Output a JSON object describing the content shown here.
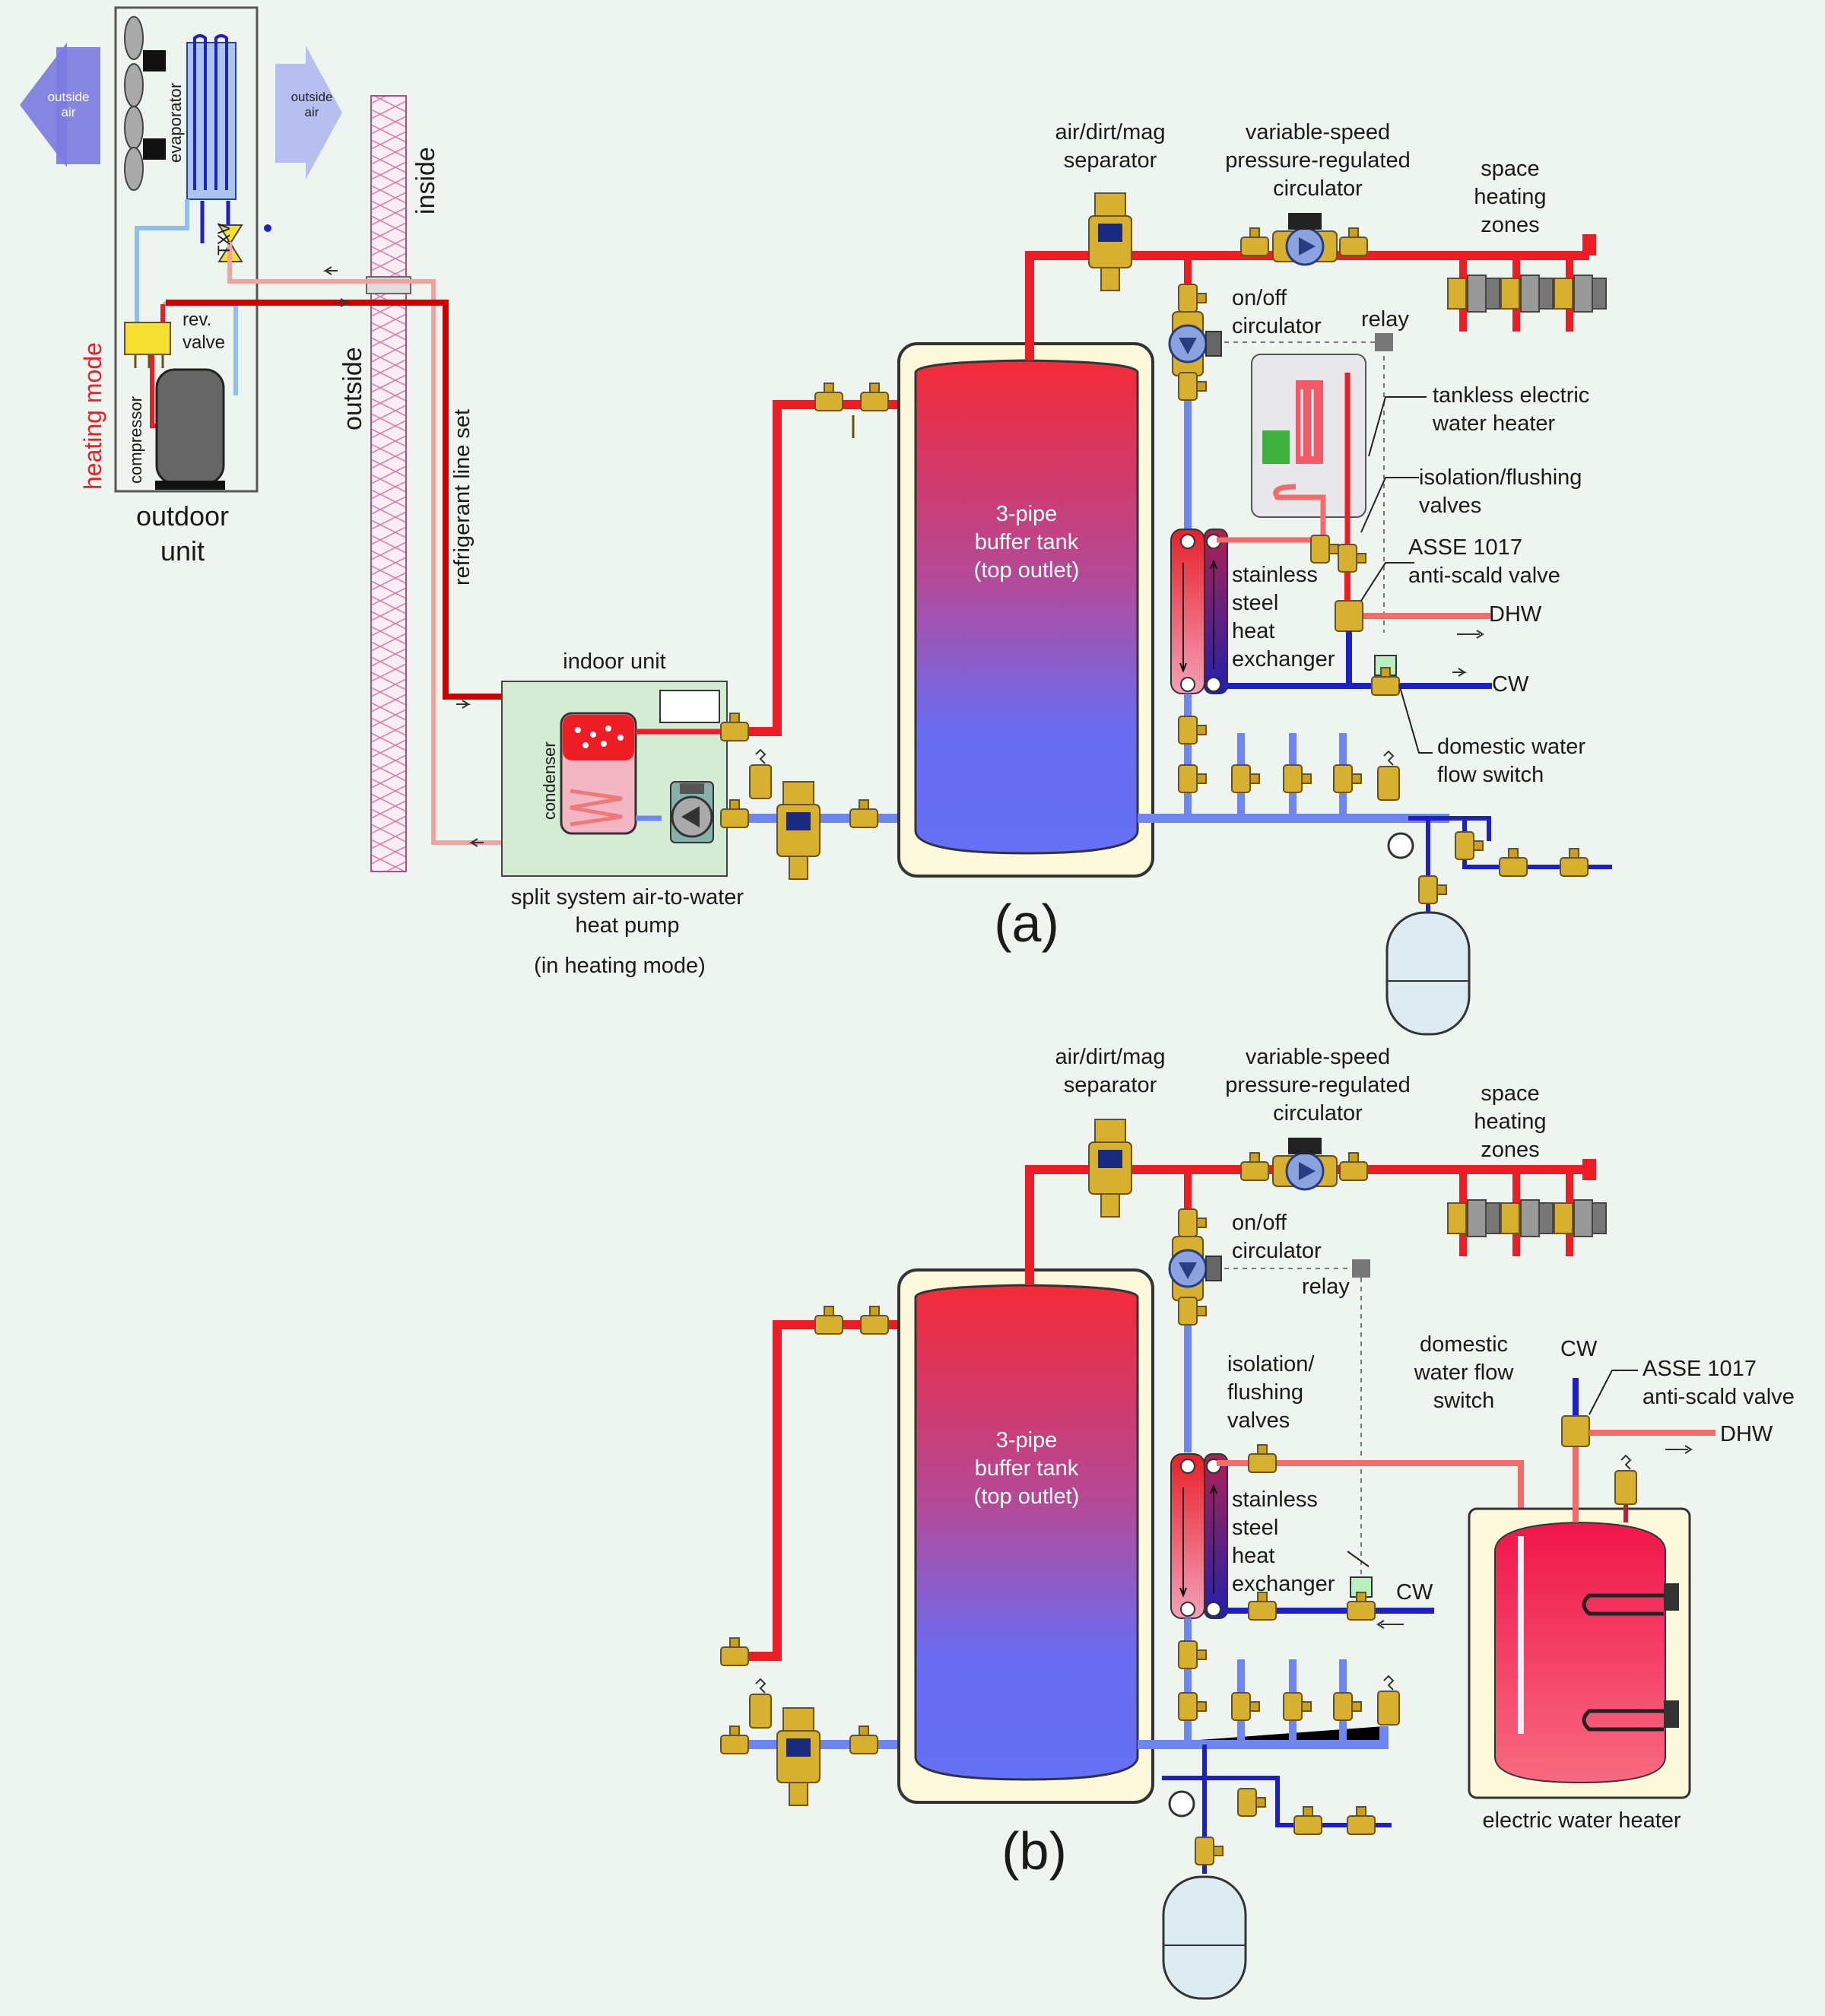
{
  "diagram": {
    "outdoor_unit": {
      "label": "outdoor\nunit",
      "evaporator": "evaporator",
      "compressor": "compressor",
      "rev_valve": "rev.\nvalve",
      "txv": "TXV",
      "mode": "heating mode",
      "outside_air_left": "outside\nair",
      "outside_air_right": "outside\nair"
    },
    "wall": {
      "inside": "inside",
      "outside": "outside",
      "line_set": "refrigerant line set"
    },
    "indoor_unit": {
      "label": "indoor unit",
      "condenser": "condenser",
      "caption_1": "split system air-to-water\nheat pump",
      "caption_2": "(in heating mode)"
    },
    "panel_a": {
      "letter": "(a)",
      "separator": "air/dirt/mag\nseparator",
      "circulator": "variable-speed\npressure-regulated\ncirculator",
      "zones": "space\nheating\nzones",
      "onoff": "on/off\ncirculator",
      "relay": "relay",
      "tank": "3-pipe\nbuffer tank\n(top outlet)",
      "tankless": "tankless electric\nwater heater",
      "isolation": "isolation/flushing\nvalves",
      "asse": "ASSE 1017\nanti-scald valve",
      "dhw": "DHW",
      "cw": "CW",
      "hx": "stainless\nsteel\nheat\nexchanger",
      "flow_switch": "domestic water\nflow switch"
    },
    "panel_b": {
      "letter": "(b)",
      "separator": "air/dirt/mag\nseparator",
      "circulator": "variable-speed\npressure-regulated\ncirculator",
      "zones": "space\nheating\nzones",
      "onoff": "on/off\ncirculator",
      "relay": "relay",
      "tank": "3-pipe\nbuffer tank\n(top outlet)",
      "isolation": "isolation/\nflushing\nvalves",
      "flow_switch": "domestic\nwater flow\nswitch",
      "cw_top": "CW",
      "asse": "ASSE 1017\nanti-scald valve",
      "dhw": "DHW",
      "hx": "stainless\nsteel\nheat\nexchanger",
      "cw": "CW",
      "heater": "electric water heater"
    }
  },
  "colors": {
    "hot": "#ee1c24",
    "warm": "#f46b6b",
    "cold": "#1f1fc8",
    "return": "#6f86f0",
    "refrig_light": "#8fbfef",
    "brass": "#d8b030"
  }
}
